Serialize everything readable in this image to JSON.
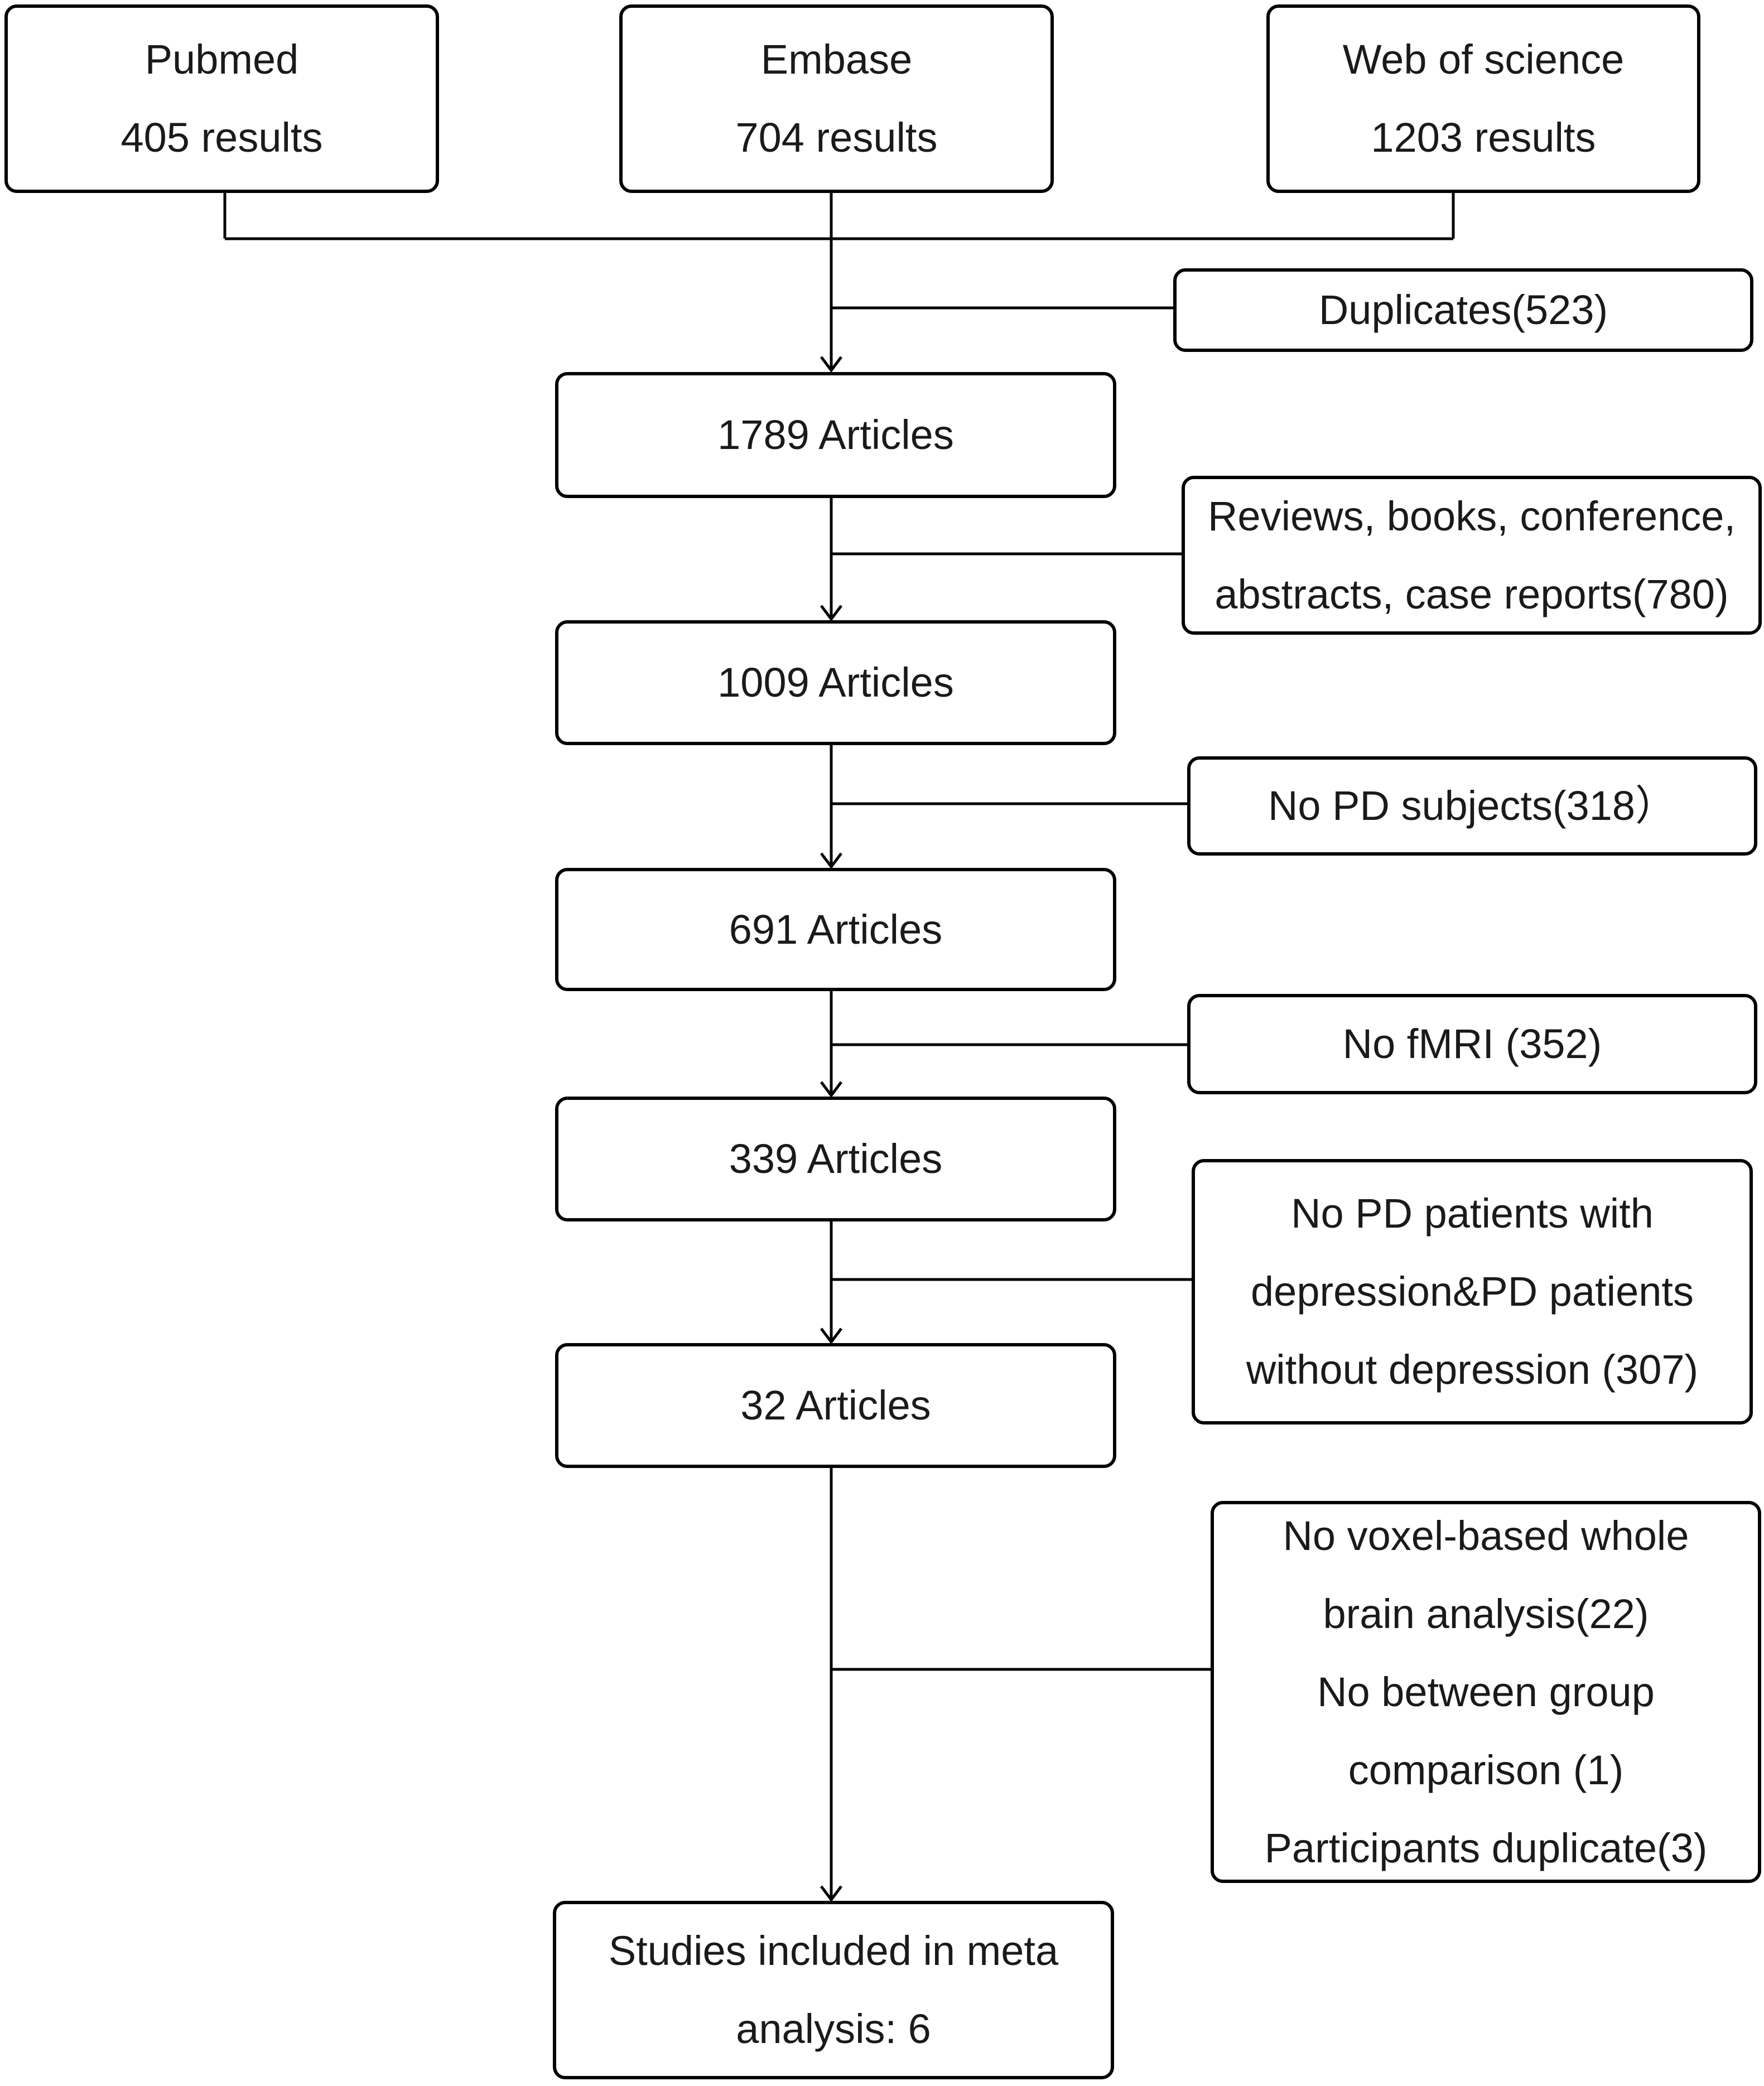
{
  "sources": [
    {
      "name": "Pubmed",
      "count": "405 results"
    },
    {
      "name": "Embase",
      "count": "704 results"
    },
    {
      "name": "Web of science",
      "count": "1203 results"
    }
  ],
  "exclusions": {
    "duplicates": "Duplicates(523)",
    "reviews_line1": "Reviews, books, conference,",
    "reviews_line2": "abstracts, case reports(780)",
    "no_pd_subjects": "No PD subjects(318）",
    "no_fmri": "No fMRI (352)",
    "no_pd_dep_line1": "No PD patients with",
    "no_pd_dep_line2": "depression&PD patients",
    "no_pd_dep_line3": "without depression (307)",
    "final_line1": "No voxel-based whole",
    "final_line2": "brain analysis(22)",
    "final_line3": "No between group",
    "final_line4": "comparison (1)",
    "final_line5": "Participants duplicate(3)"
  },
  "stages": {
    "s1": "1789 Articles",
    "s2": "1009 Articles",
    "s3": "691 Articles",
    "s4": "339 Articles",
    "s5": "32 Articles"
  },
  "final": {
    "line1": "Studies included in meta",
    "line2": "analysis: 6"
  }
}
